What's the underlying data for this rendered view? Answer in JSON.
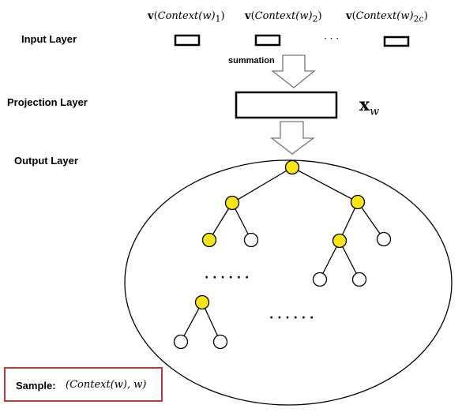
{
  "layers": {
    "input": "Input  Layer",
    "projection": "Projection  Layer",
    "output": "Output Layer"
  },
  "arrow_label": "summation",
  "context_vectors": [
    {
      "vec": "v",
      "open": "(",
      "func": "Context",
      "arg": "(w)",
      "sub": "1",
      "close": ")"
    },
    {
      "vec": "v",
      "open": "(",
      "func": "Context",
      "arg": "(w)",
      "sub": "2",
      "close": ")"
    },
    {
      "vec": "v",
      "open": "(",
      "func": "Context",
      "arg": "(w)",
      "sub": "2c",
      "close": ")"
    }
  ],
  "input_ellipsis": "· · ·",
  "projection_output": {
    "symbol": "x",
    "sub": "w"
  },
  "tree_ellipsis": [
    "· · · · · ·",
    "· · · · · ·"
  ],
  "sample": {
    "label": "Sample:",
    "value": "(Context(w), w)"
  },
  "colors": {
    "highlight_node": "#f7e51b",
    "sample_border": "#c0393b",
    "stroke": "#000000"
  }
}
